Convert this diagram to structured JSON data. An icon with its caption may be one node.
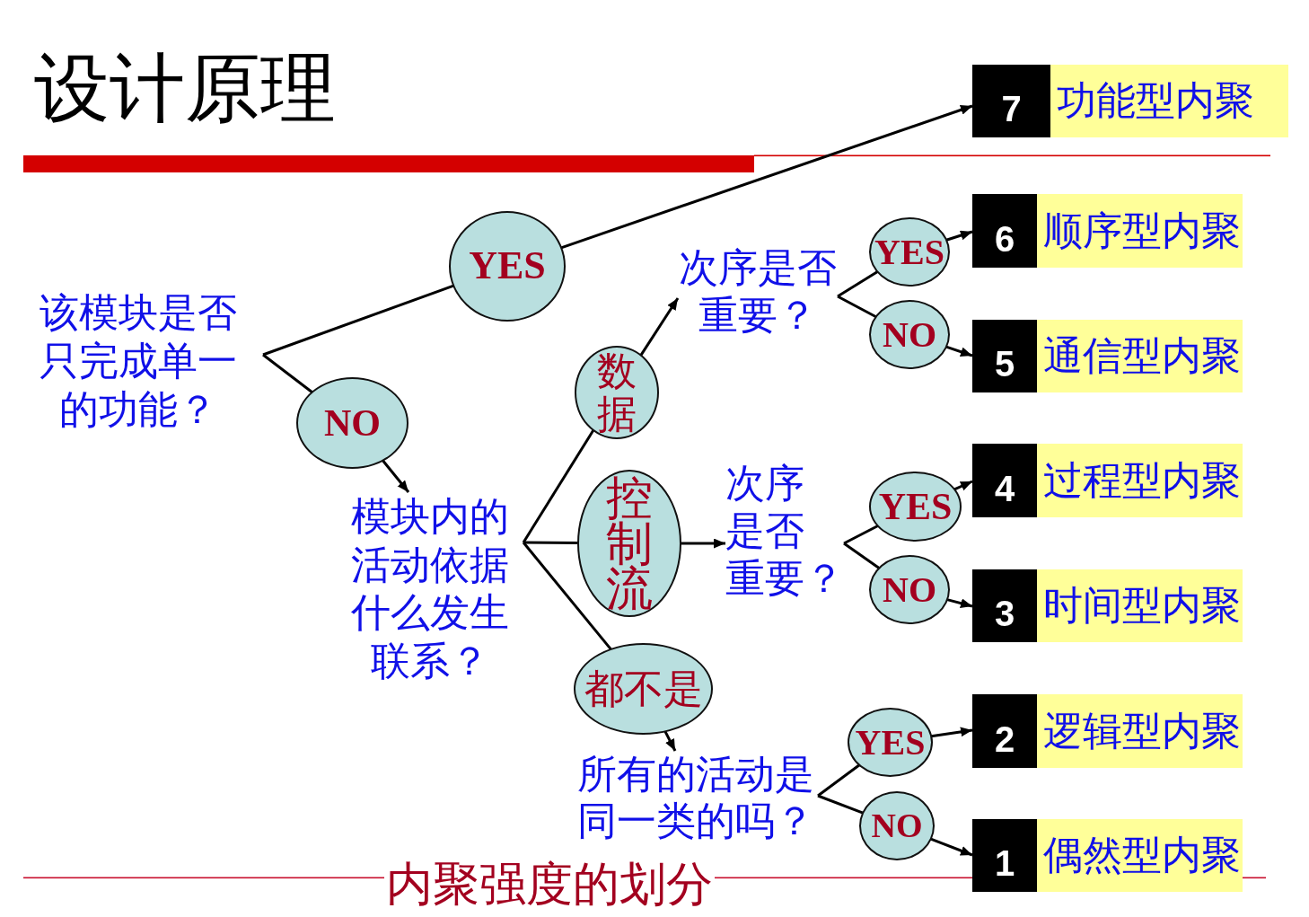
{
  "diagram": {
    "title": "设计原理",
    "caption": "内聚强度的划分",
    "nodes": [
      {
        "text": [
          "该模块是否只完成单一的功能？"
        ]
      },
      {
        "text": [
          "YES"
        ]
      },
      {
        "text": [
          "NO"
        ]
      },
      {
        "text": [
          "模块内的活动依据什么发生联系？"
        ]
      },
      {
        "text": [
          "数据"
        ]
      },
      {
        "text": [
          "控制流"
        ]
      },
      {
        "text": [
          "都不是"
        ]
      },
      {
        "text": [
          "次序是否重要？"
        ]
      },
      {
        "text": [
          "次序是否重要？"
        ]
      },
      {
        "text": [
          "所有的活动是同一类的吗？"
        ]
      },
      {
        "text": [
          "YES"
        ]
      },
      {
        "text": [
          "NO"
        ]
      },
      {
        "text": [
          "YES"
        ]
      },
      {
        "text": [
          "NO"
        ]
      },
      {
        "text": [
          "YES"
        ]
      },
      {
        "text": [
          "NO"
        ]
      },
      {
        "text": [
          "7",
          "功能型内聚"
        ]
      },
      {
        "text": [
          "6",
          "顺序型内聚"
        ]
      },
      {
        "text": [
          "5",
          "通信型内聚"
        ]
      },
      {
        "text": [
          "4",
          "过程型内聚"
        ]
      },
      {
        "text": [
          "3",
          "时间型内聚"
        ]
      },
      {
        "text": [
          "2",
          "逻辑型内聚"
        ]
      },
      {
        "text": [
          "1",
          "偶然型内聚"
        ]
      }
    ],
    "edges": [
      {
        "from": 0,
        "to": 1,
        "arrow": "none"
      },
      {
        "from": 0,
        "to": 2,
        "arrow": "none"
      },
      {
        "from": 1,
        "to": 16,
        "arrow": "to"
      },
      {
        "from": 2,
        "to": 3,
        "arrow": "to"
      },
      {
        "from": 3,
        "to": 4,
        "arrow": "none"
      },
      {
        "from": 3,
        "to": 5,
        "arrow": "none"
      },
      {
        "from": 3,
        "to": 6,
        "arrow": "none"
      },
      {
        "from": 4,
        "to": 7,
        "arrow": "to"
      },
      {
        "from": 5,
        "to": 8,
        "arrow": "to"
      },
      {
        "from": 6,
        "to": 9,
        "arrow": "to"
      },
      {
        "from": 7,
        "to": 10,
        "arrow": "none"
      },
      {
        "from": 7,
        "to": 11,
        "arrow": "none"
      },
      {
        "from": 10,
        "to": 17,
        "arrow": "to"
      },
      {
        "from": 11,
        "to": 18,
        "arrow": "to"
      },
      {
        "from": 8,
        "to": 12,
        "arrow": "none"
      },
      {
        "from": 8,
        "to": 13,
        "arrow": "none"
      },
      {
        "from": 12,
        "to": 19,
        "arrow": "to"
      },
      {
        "from": 13,
        "to": 20,
        "arrow": "to"
      },
      {
        "from": 9,
        "to": 14,
        "arrow": "none"
      },
      {
        "from": 9,
        "to": 15,
        "arrow": "none"
      },
      {
        "from": 14,
        "to": 21,
        "arrow": "to"
      },
      {
        "from": 15,
        "to": 22,
        "arrow": "to"
      }
    ]
  }
}
